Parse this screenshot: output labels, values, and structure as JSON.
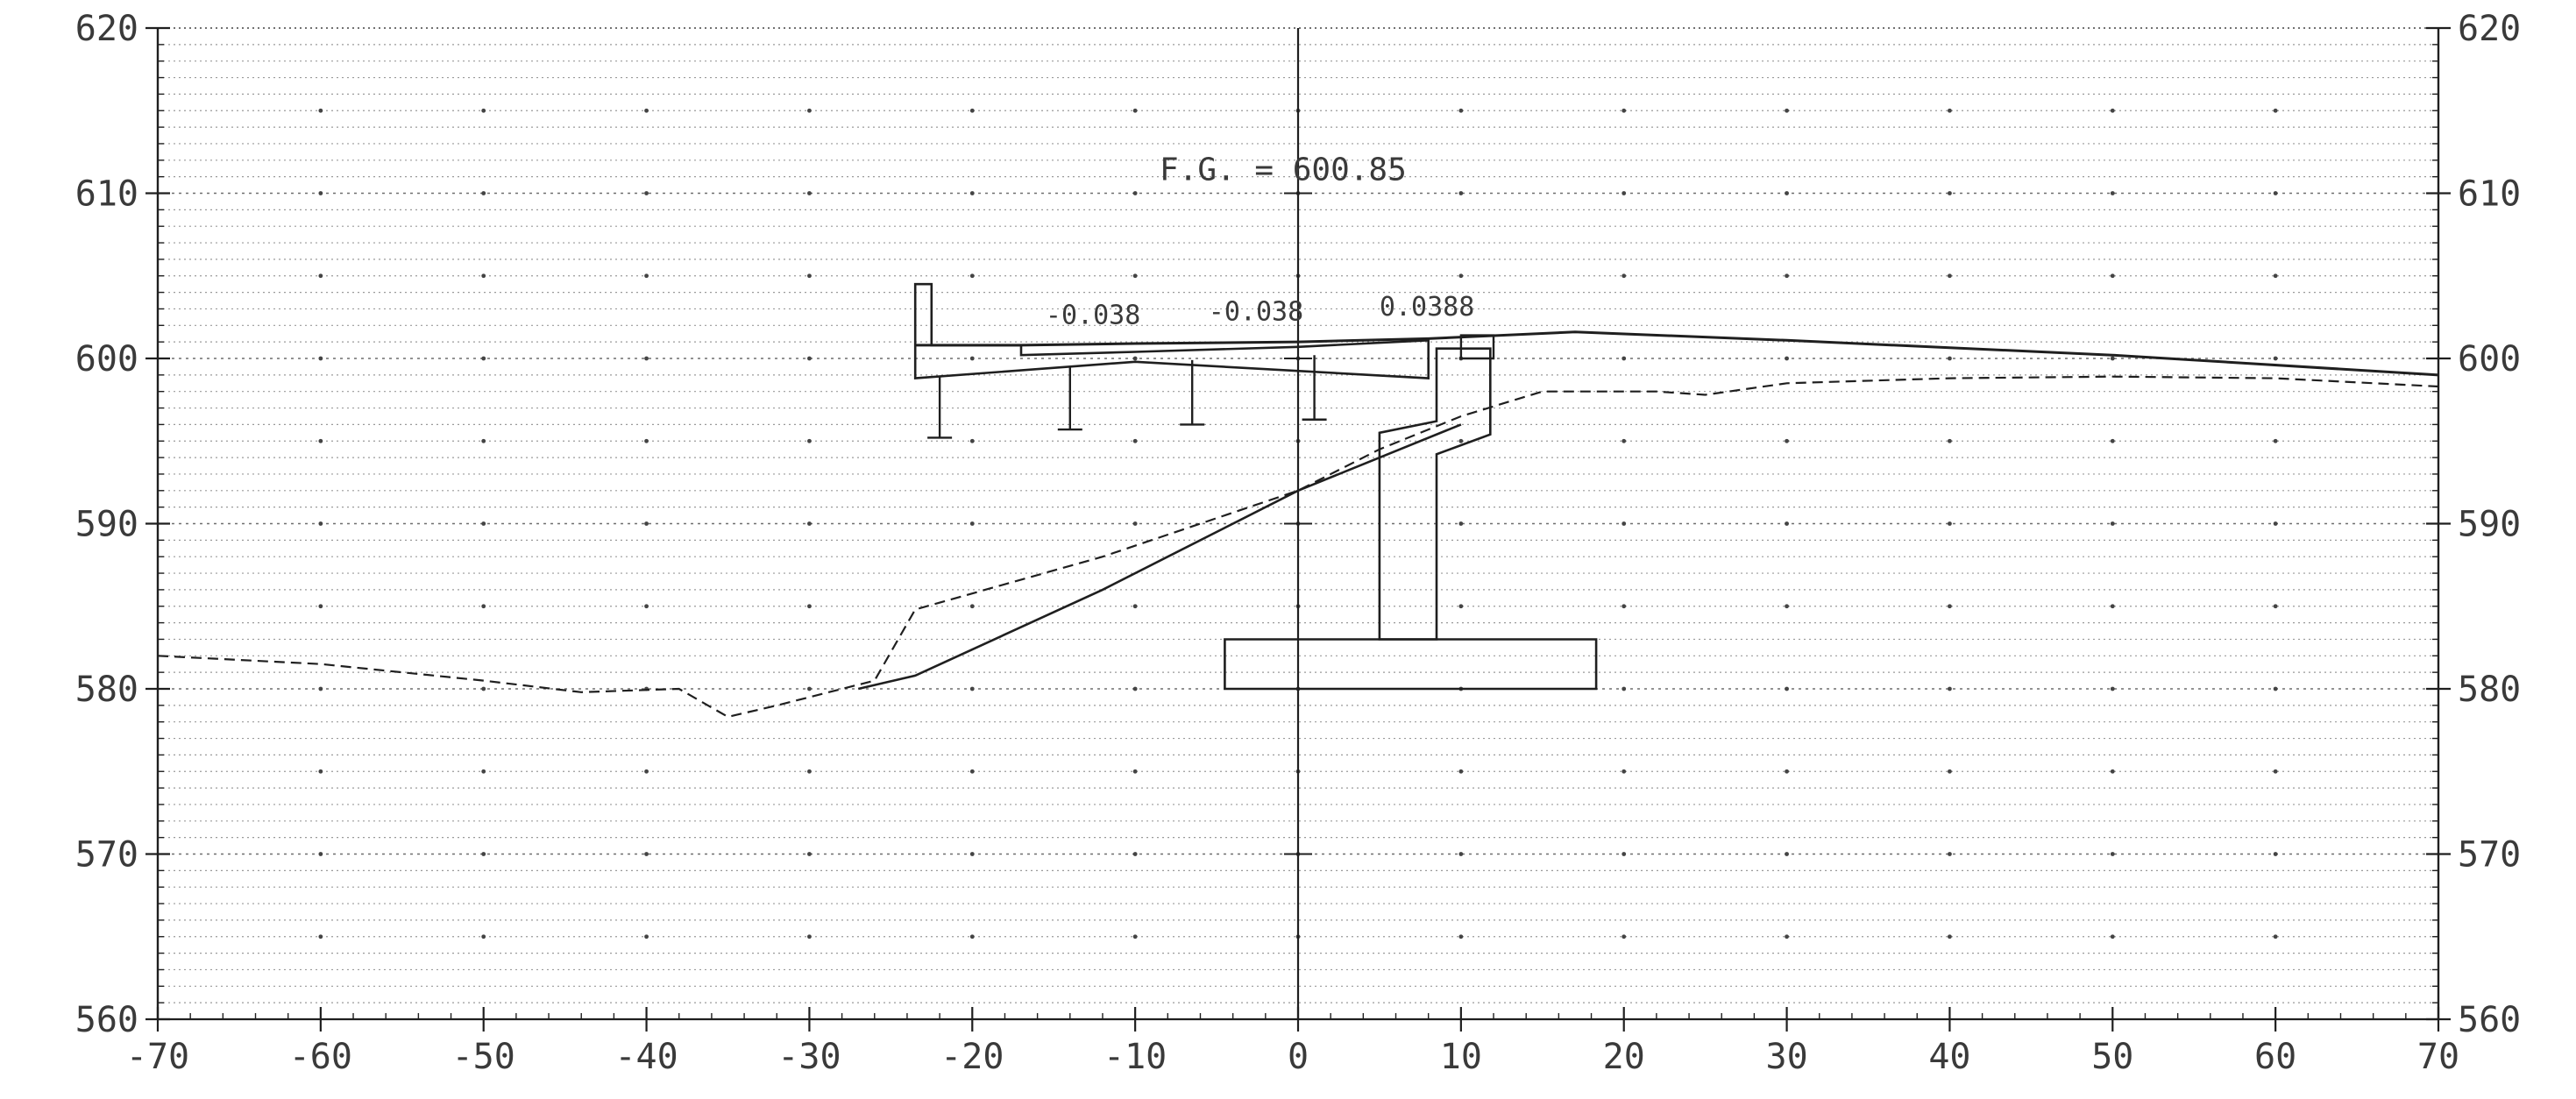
{
  "title_text": "F.G. = 600.85",
  "slope_labels": [
    "-0.038",
    "-0.038",
    "0.0388"
  ],
  "x_axis": {
    "min": -70,
    "max": 70,
    "major_step": 10,
    "minor_step": 2,
    "tick_labels": [
      "-70",
      "-60",
      "-50",
      "-40",
      "-30",
      "-20",
      "-10",
      "0",
      "10",
      "20",
      "30",
      "40",
      "50",
      "60",
      "70"
    ]
  },
  "y_axis": {
    "min": 560,
    "max": 620,
    "major_step": 10,
    "minor_step": 1,
    "tick_labels_left": [
      "560",
      "570",
      "580",
      "590",
      "600",
      "610",
      "620"
    ],
    "tick_labels_right": [
      "560",
      "570",
      "580",
      "590",
      "600",
      "610",
      "620"
    ]
  },
  "grid": {
    "minor": "dotted",
    "major": "dotted"
  },
  "colors": {
    "ink": "#1f1f1f",
    "grid": "#9a9a9a",
    "paper": "#ffffff"
  },
  "lines": {
    "design_grade": [
      [
        -23.5,
        600.8
      ],
      [
        -17,
        600.8
      ],
      [
        -10,
        600.9
      ],
      [
        0,
        601.0
      ],
      [
        8,
        601.2
      ],
      [
        17,
        601.6
      ],
      [
        30,
        601.1
      ],
      [
        50,
        600.2
      ],
      [
        70,
        599.0
      ]
    ],
    "deck_soffit": [
      [
        -23.5,
        598.8
      ],
      [
        -10,
        599.8
      ],
      [
        0,
        600.2
      ],
      [
        8,
        600.6
      ]
    ],
    "existing_ground": [
      [
        -70,
        582.0
      ],
      [
        -60,
        581.5
      ],
      [
        -50,
        580.5
      ],
      [
        -44,
        579.8
      ],
      [
        -38,
        580.0
      ],
      [
        -35,
        578.3
      ],
      [
        -32,
        579.0
      ],
      [
        -26,
        580.5
      ],
      [
        -23.5,
        584.8
      ],
      [
        -12,
        588.0
      ],
      [
        0,
        592.0
      ],
      [
        5,
        594.5
      ],
      [
        10,
        596.5
      ],
      [
        15,
        598.0
      ],
      [
        22,
        598.0
      ],
      [
        25,
        597.8
      ],
      [
        30,
        598.5
      ],
      [
        40,
        598.8
      ],
      [
        50,
        598.9
      ],
      [
        60,
        598.8
      ],
      [
        70,
        598.3
      ]
    ],
    "proposed_grade": [
      [
        -27,
        580.0
      ],
      [
        -23.5,
        580.8
      ],
      [
        -12,
        586.0
      ],
      [
        0,
        592.0
      ],
      [
        10,
        596.0
      ]
    ]
  },
  "structure": {
    "parapet": [
      [
        -23.5,
        604.5
      ],
      [
        -22.5,
        604.5
      ],
      [
        -22.5,
        600.8
      ],
      [
        -17,
        600.8
      ],
      [
        -17,
        600.2
      ],
      [
        -10,
        600.4
      ],
      [
        0,
        600.7
      ],
      [
        8,
        601.1
      ],
      [
        8,
        598.8
      ],
      [
        -10,
        599.8
      ],
      [
        -23.5,
        598.8
      ]
    ],
    "pier": [
      [
        5,
        595.5
      ],
      [
        8.5,
        596.2
      ],
      [
        8.5,
        600.6
      ],
      [
        11.8,
        600.6
      ],
      [
        11.8,
        595.4
      ],
      [
        8.5,
        594.2
      ],
      [
        8.5,
        583.0
      ],
      [
        5,
        583.0
      ]
    ],
    "footing": [
      [
        -4.5,
        583.0
      ],
      [
        18.3,
        583.0
      ],
      [
        18.3,
        580.0
      ],
      [
        -4.5,
        580.0
      ]
    ],
    "bearing": [
      [
        10,
        601.4
      ],
      [
        12,
        601.4
      ],
      [
        12,
        600.0
      ],
      [
        10,
        600.0
      ]
    ],
    "girder_stems": [
      {
        "x": -22,
        "top": 598.9,
        "bottom": 595.2
      },
      {
        "x": -14,
        "top": 599.5,
        "bottom": 595.7
      },
      {
        "x": -6.5,
        "top": 599.9,
        "bottom": 596.0
      },
      {
        "x": 1,
        "top": 600.2,
        "bottom": 596.3
      }
    ],
    "centerline": {
      "x": 0,
      "from": 560,
      "to": 620
    }
  },
  "label_positions": {
    "title": [
      -8.5,
      610.8
    ],
    "slopes": [
      [
        -15.5,
        602.1
      ],
      [
        -5.5,
        602.3
      ],
      [
        5,
        602.6
      ]
    ]
  }
}
